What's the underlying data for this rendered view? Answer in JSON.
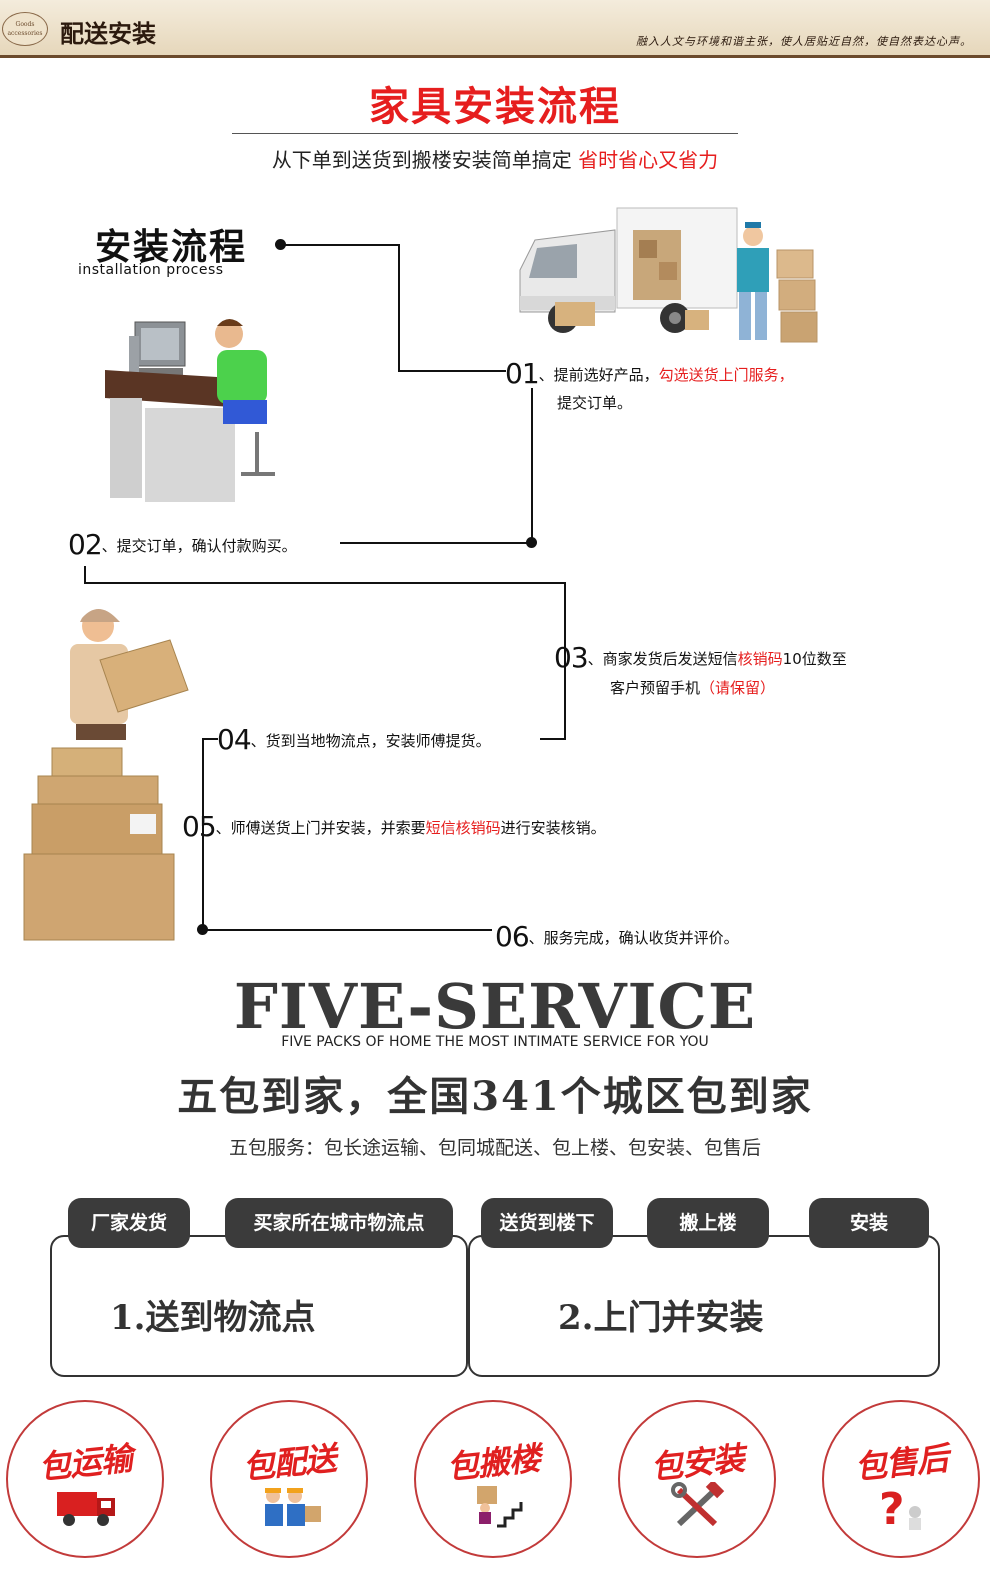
{
  "header": {
    "badge_line1": "Goods",
    "badge_line2": "accessories",
    "title": "配送安装",
    "slogan": "融入人文与环境和谐主张，使人居贴近自然，使自然表达心声。"
  },
  "hero": {
    "title": "家具安装流程",
    "subtitle_normal": "从下单到送货到搬楼安装简单搞定",
    "subtitle_red": "省时省心又省力"
  },
  "flow": {
    "title": "安装流程",
    "subtitle": "installation process",
    "steps": [
      {
        "num": "01",
        "pre": "、提前选好产品，",
        "red": "勾选送货上门服务，",
        "post": "",
        "line2": "提交订单。"
      },
      {
        "num": "02",
        "pre": "、提交订单，确认付款购买。",
        "red": "",
        "post": "",
        "line2": ""
      },
      {
        "num": "03",
        "pre": "、商家发货后发送短信",
        "red": "核销码",
        "post": "10位数至",
        "line2_pre": "客户预留手机",
        "line2_red": "（请保留）"
      },
      {
        "num": "04",
        "pre": "、货到当地物流点，安装师傅提货。",
        "red": "",
        "post": "",
        "line2": ""
      },
      {
        "num": "05",
        "pre": "、师傅送货上门并安装，并索要",
        "red": "短信核销码",
        "post": "进行安装核销。",
        "line2": ""
      },
      {
        "num": "06",
        "pre": "、服务完成，确认收货并评价。",
        "red": "",
        "post": "",
        "line2": ""
      }
    ]
  },
  "five_service": {
    "title": "FIVE-SERVICE",
    "subtitle": "FIVE PACKS OF HOME THE MOST INTIMATE SERVICE FOR YOU",
    "headline": "五包到家，全国341个城区包到家",
    "description": "五包服务：包长途运输、包同城配送、包上楼、包安装、包售后",
    "pills": [
      "厂家发货",
      "买家所在城市物流点",
      "送货到楼下",
      "搬上楼",
      "安装"
    ],
    "boxes": [
      "1.送到物流点",
      "2.上门并安装"
    ],
    "circles": [
      {
        "label": "包运输",
        "icon": "truck-icon"
      },
      {
        "label": "包配送",
        "icon": "delivery-workers-icon"
      },
      {
        "label": "包搬楼",
        "icon": "stairs-carry-icon"
      },
      {
        "label": "包安装",
        "icon": "tools-icon"
      },
      {
        "label": "包售后",
        "icon": "question-icon"
      }
    ]
  },
  "colors": {
    "accent_red": "#e61e1e",
    "dark_pill": "#3b3b3b",
    "header_brown": "#6b4a2c"
  }
}
